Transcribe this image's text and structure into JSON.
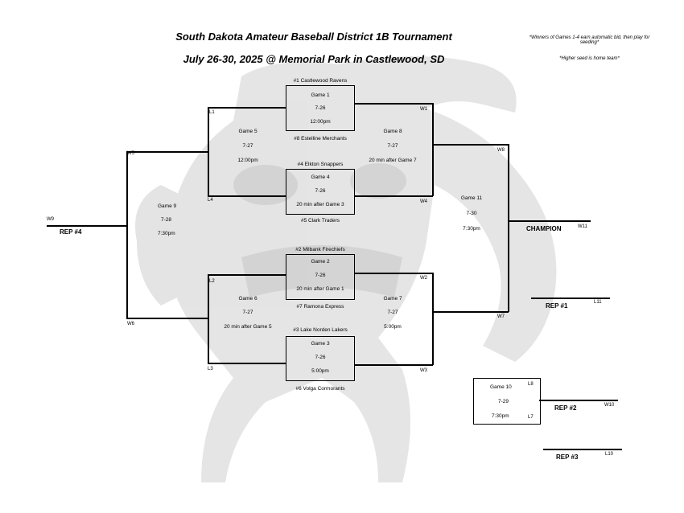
{
  "header": {
    "title_line1": "South Dakota Amateur Baseball District 1B Tournament",
    "title_line2": "July 26-30, 2025 @ Memorial Park in Castlewood, SD",
    "note1": "*Winners of Games 1-4 earn automatic bid, then play for seeding*",
    "note2": "*Higher seed is home team*"
  },
  "games": {
    "g1": {
      "name": "Game 1",
      "date": "7-26",
      "time": "12:00pm",
      "top": "#1 Castlewood Ravens",
      "bottom": "#8 Estelline Merchants"
    },
    "g4": {
      "name": "Game 4",
      "date": "7-26",
      "time": "20 min after Game 3",
      "top": "#4 Elkton Snappers",
      "bottom": "#5 Clark Traders"
    },
    "g2": {
      "name": "Game 2",
      "date": "7-26",
      "time": "20 min after Game 1",
      "top": "#2 Milbank Firechiefs",
      "bottom": "#7 Ramona Express"
    },
    "g3": {
      "name": "Game 3",
      "date": "7-26",
      "time": "5:00pm",
      "top": "#3 Lake Norden Lakers",
      "bottom": "#6 Volga Cormorants"
    },
    "g5": {
      "name": "Game 5",
      "date": "7-27",
      "time": "12:00pm"
    },
    "g6": {
      "name": "Game 6",
      "date": "7-27",
      "time": "20 min after Game 5"
    },
    "g7": {
      "name": "Game 7",
      "date": "7-27",
      "time": "5:00pm"
    },
    "g8": {
      "name": "Game 8",
      "date": "7-27",
      "time": "20 min after Game 7"
    },
    "g9": {
      "name": "Game 9",
      "date": "7-28",
      "time": "7:30pm"
    },
    "g10": {
      "name": "Game 10",
      "date": "7-29",
      "time": "7:30pm"
    },
    "g11": {
      "name": "Game 11",
      "date": "7-30",
      "time": "7:30pm"
    }
  },
  "labels": {
    "L1": "L1",
    "L2": "L2",
    "L3": "L3",
    "L4": "L4",
    "L7": "L7",
    "L8": "L8",
    "L10": "L10",
    "L11": "L11",
    "W1": "W1",
    "W2": "W2",
    "W3": "W3",
    "W4": "W4",
    "W5": "W5",
    "W6": "W6",
    "W7": "W7",
    "W8": "W8",
    "W9": "W9",
    "W10": "W10",
    "W11": "W11"
  },
  "results": {
    "champion": "CHAMPION",
    "rep1": "REP #1",
    "rep2": "REP #2",
    "rep3": "REP #3",
    "rep4": "REP #4"
  }
}
